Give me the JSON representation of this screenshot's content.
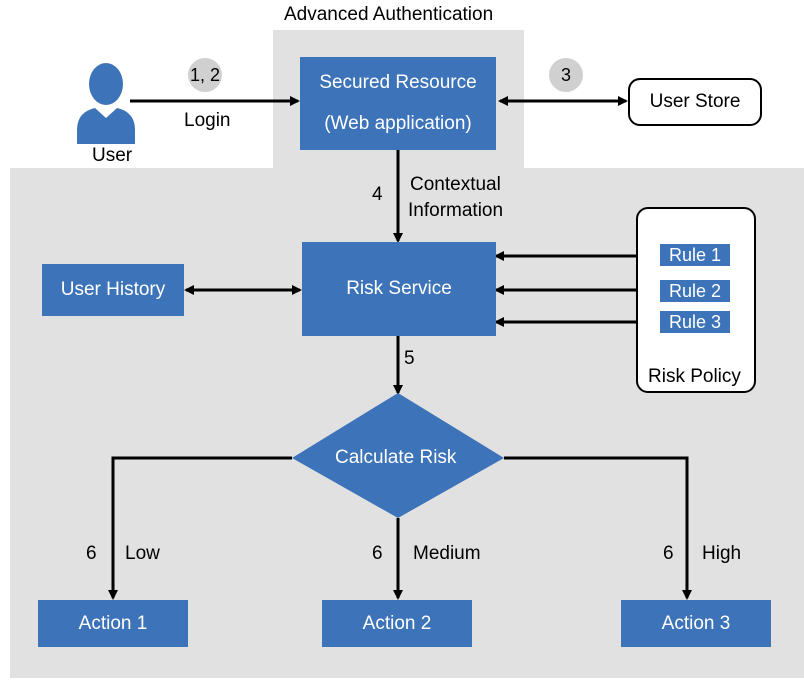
{
  "title": "Advanced Authentication",
  "user_label": "User",
  "steps": {
    "login_step": "1, 2",
    "login_label": "Login",
    "store_step": "3",
    "context_step": "4",
    "context_label_line1": "Contextual",
    "context_label_line2": "Information",
    "risk_step": "5",
    "low_step": "6",
    "low_label": "Low",
    "medium_step": "6",
    "medium_label": "Medium",
    "high_step": "6",
    "high_label": "High"
  },
  "secured_resource": {
    "line1": "Secured Resource",
    "line2": "(Web application)"
  },
  "user_store": "User Store",
  "user_history": "User History",
  "risk_service": "Risk Service",
  "rules": [
    "Rule 1",
    "Rule 2",
    "Rule 3"
  ],
  "risk_policy": "Risk Policy",
  "calculate_risk": "Calculate Risk",
  "actions": [
    "Action 1",
    "Action 2",
    "Action 3"
  ],
  "colors": {
    "box_blue": "#3d73b9",
    "background_grey": "#e1e1e1",
    "step_circle": "#d0d0d0"
  },
  "icons": {
    "user": "user-icon"
  }
}
